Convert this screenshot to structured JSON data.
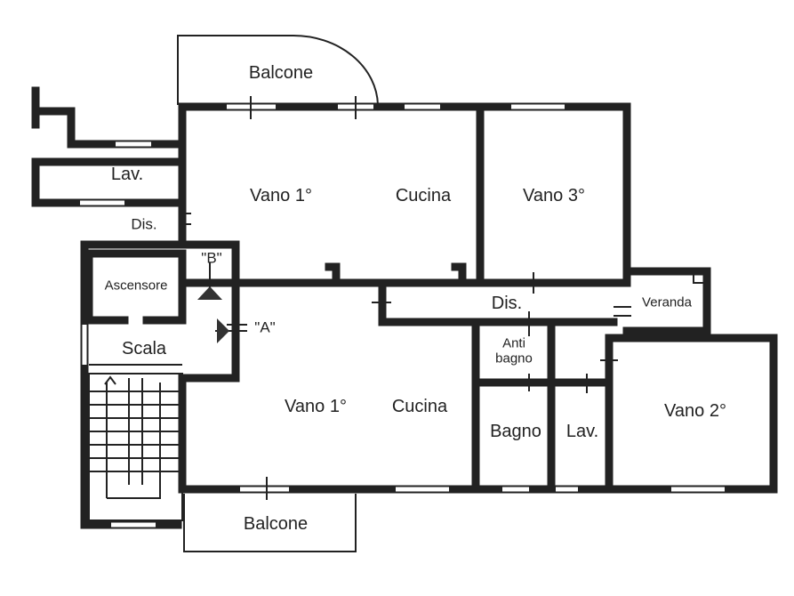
{
  "rooms": {
    "balcone_top": "Balcone",
    "lav_top": "Lav.",
    "dis_left": "Dis.",
    "vano1_top": "Vano 1°",
    "cucina_top": "Cucina",
    "vano3": "Vano 3°",
    "ascensore": "Ascensore",
    "scala": "Scala",
    "dis_center": "Dis.",
    "veranda": "Veranda",
    "antibagno_1": "Anti",
    "antibagno_2": "bagno",
    "vano1_bottom": "Vano 1°",
    "cucina_bottom": "Cucina",
    "bagno": "Bagno",
    "lav_bottom": "Lav.",
    "vano2": "Vano 2°",
    "balcone_bottom": "Balcone"
  },
  "markers": {
    "b": "\"B\"",
    "a": "\"A\""
  }
}
